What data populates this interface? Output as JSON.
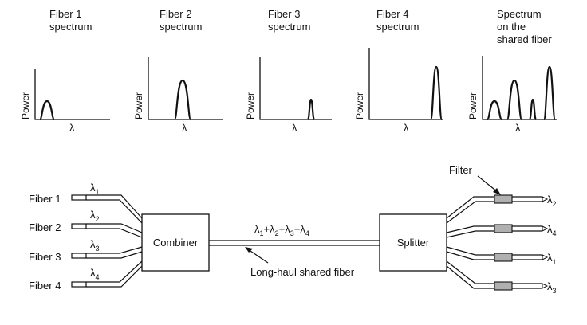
{
  "spectra": [
    {
      "title": [
        "Fiber 1",
        "spectrum"
      ],
      "y_label": "Power",
      "x_label": "λ"
    },
    {
      "title": [
        "Fiber 2",
        "spectrum"
      ],
      "y_label": "Power",
      "x_label": "λ"
    },
    {
      "title": [
        "Fiber 3",
        "spectrum"
      ],
      "y_label": "Power",
      "x_label": "λ"
    },
    {
      "title": [
        "Fiber 4",
        "spectrum"
      ],
      "y_label": "Power",
      "x_label": "λ"
    },
    {
      "title": [
        "Spectrum",
        "on the",
        "shared fiber"
      ],
      "y_label": "Power",
      "x_label": "λ"
    }
  ],
  "inputs": [
    {
      "label": "Fiber 1",
      "lambda": "λ",
      "sub": "1"
    },
    {
      "label": "Fiber 2",
      "lambda": "λ",
      "sub": "2"
    },
    {
      "label": "Fiber 3",
      "lambda": "λ",
      "sub": "3"
    },
    {
      "label": "Fiber 4",
      "lambda": "λ",
      "sub": "4"
    }
  ],
  "combiner": {
    "label": "Combiner"
  },
  "splitter": {
    "label": "Splitter"
  },
  "shared_fiber": {
    "signal": [
      {
        "lambda": "λ",
        "sub": "1"
      },
      {
        "op": "+"
      },
      {
        "lambda": "λ",
        "sub": "2"
      },
      {
        "op": "+"
      },
      {
        "lambda": "λ",
        "sub": "3"
      },
      {
        "op": "+"
      },
      {
        "lambda": "λ",
        "sub": "4"
      }
    ],
    "caption": "Long-haul shared fiber"
  },
  "filter": {
    "label": "Filter"
  },
  "outputs": [
    {
      "lambda": "λ",
      "sub": "2"
    },
    {
      "lambda": "λ",
      "sub": "4"
    },
    {
      "lambda": "λ",
      "sub": "1"
    },
    {
      "lambda": "λ",
      "sub": "3"
    }
  ]
}
